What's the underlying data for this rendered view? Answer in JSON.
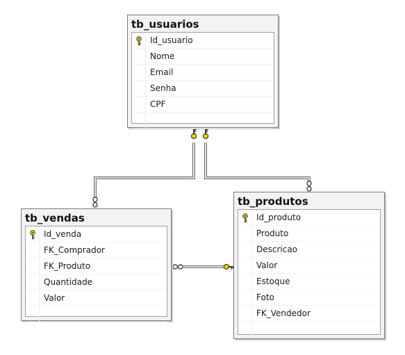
{
  "tables": {
    "usuarios": {
      "title": "tb_usuarios",
      "columns": [
        {
          "name": "Id_usuario",
          "primary_key": true
        },
        {
          "name": "Nome",
          "primary_key": false
        },
        {
          "name": "Email",
          "primary_key": false
        },
        {
          "name": "Senha",
          "primary_key": false
        },
        {
          "name": "CPF",
          "primary_key": false
        }
      ]
    },
    "vendas": {
      "title": "tb_vendas",
      "columns": [
        {
          "name": "Id_venda",
          "primary_key": true
        },
        {
          "name": "FK_Comprador",
          "primary_key": false
        },
        {
          "name": "FK_Produto",
          "primary_key": false
        },
        {
          "name": "Quantidade",
          "primary_key": false
        },
        {
          "name": "Valor",
          "primary_key": false
        }
      ]
    },
    "produtos": {
      "title": "tb_produtos",
      "columns": [
        {
          "name": "Id_produto",
          "primary_key": true
        },
        {
          "name": "Produto",
          "primary_key": false
        },
        {
          "name": "Descricao",
          "primary_key": false
        },
        {
          "name": "Valor",
          "primary_key": false
        },
        {
          "name": "Estoque",
          "primary_key": false
        },
        {
          "name": "Foto",
          "primary_key": false
        },
        {
          "name": "FK_Vendedor",
          "primary_key": false
        }
      ]
    }
  },
  "relationships": [
    {
      "from": "tb_usuarios",
      "to": "tb_vendas",
      "one_end": "key-icon",
      "many_end": "infinity-icon"
    },
    {
      "from": "tb_usuarios",
      "to": "tb_produtos",
      "one_end": "key-icon",
      "many_end": "infinity-icon"
    },
    {
      "from": "tb_produtos",
      "to": "tb_vendas",
      "one_end": "key-icon",
      "many_end": "infinity-icon"
    }
  ],
  "colors": {
    "key_gold": "#e6c700",
    "line": "#6e6e6e"
  }
}
